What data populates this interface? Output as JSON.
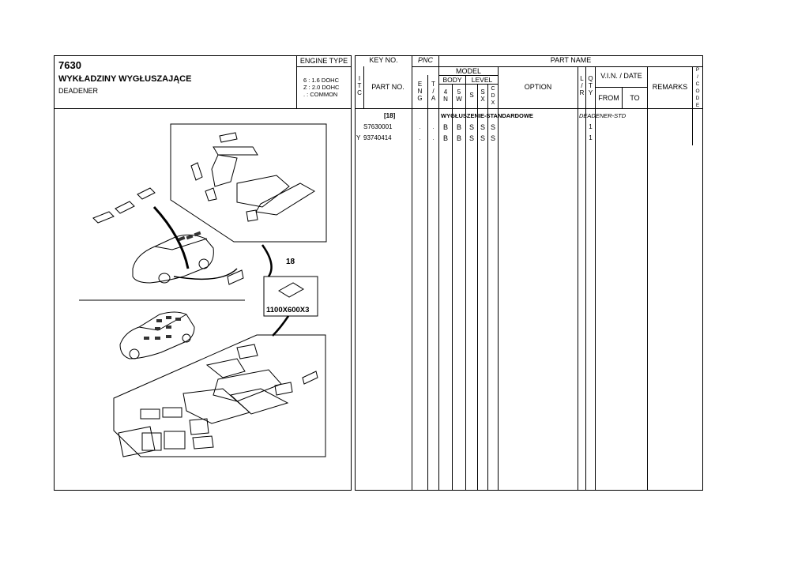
{
  "header": {
    "group_code": "7630",
    "title_pl": "WYKŁADZINY WYGŁUSZAJĄCE",
    "title_en": "DEADENER",
    "engine_type_label": "ENGINE TYPE",
    "engine_lines": [
      "6 : 1.6 DOHC",
      "Z : 2.0 DOHC",
      ". : COMMON"
    ],
    "key_no_label": "KEY NO.",
    "pnc_label": "PNC",
    "part_name_label": "PART NAME",
    "itc_label": [
      "I",
      "T",
      "C"
    ],
    "part_no_label": "PART NO.",
    "model_label": "MODEL",
    "eng_label": [
      "E",
      "N",
      "G"
    ],
    "ta_label": [
      "T",
      "/",
      "A"
    ],
    "body_label": "BODY",
    "body_4n": [
      "4",
      "N"
    ],
    "body_5w": [
      "5",
      "W"
    ],
    "level_label": "LEVEL",
    "level_s": "S",
    "level_sx": [
      "S",
      "X"
    ],
    "level_cdx": [
      "C",
      "D",
      "X"
    ],
    "option_label": "OPTION",
    "lr_label": [
      "L",
      "/",
      "R"
    ],
    "qty_label": [
      "Q",
      "T",
      "Y"
    ],
    "vin_label": "V.I.N. / DATE",
    "from_label": "FROM",
    "to_label": "TO",
    "remarks_label": "REMARKS",
    "pcode_label": [
      "P",
      "/",
      "C",
      "O",
      "D",
      "E"
    ]
  },
  "parts": {
    "group_ref": "[18]",
    "group_name": "WYGŁUSZENIE-STANDARDOWE",
    "group_name_en": "DEADENER-STD",
    "rows": [
      {
        "itc": "",
        "part_no": "S7630001",
        "eng": ".",
        "ta": ".",
        "n4": "B",
        "w5": "B",
        "s": "S",
        "sx": "S",
        "cdx": "S",
        "qty": "1"
      },
      {
        "itc": "Y",
        "part_no": "93740414",
        "eng": ".",
        "ta": ".",
        "n4": "B",
        "w5": "B",
        "s": "S",
        "sx": "S",
        "cdx": "S",
        "qty": "1"
      }
    ]
  },
  "diagram": {
    "callout_number": "18",
    "callout_dimensions": "1100X600X3"
  }
}
